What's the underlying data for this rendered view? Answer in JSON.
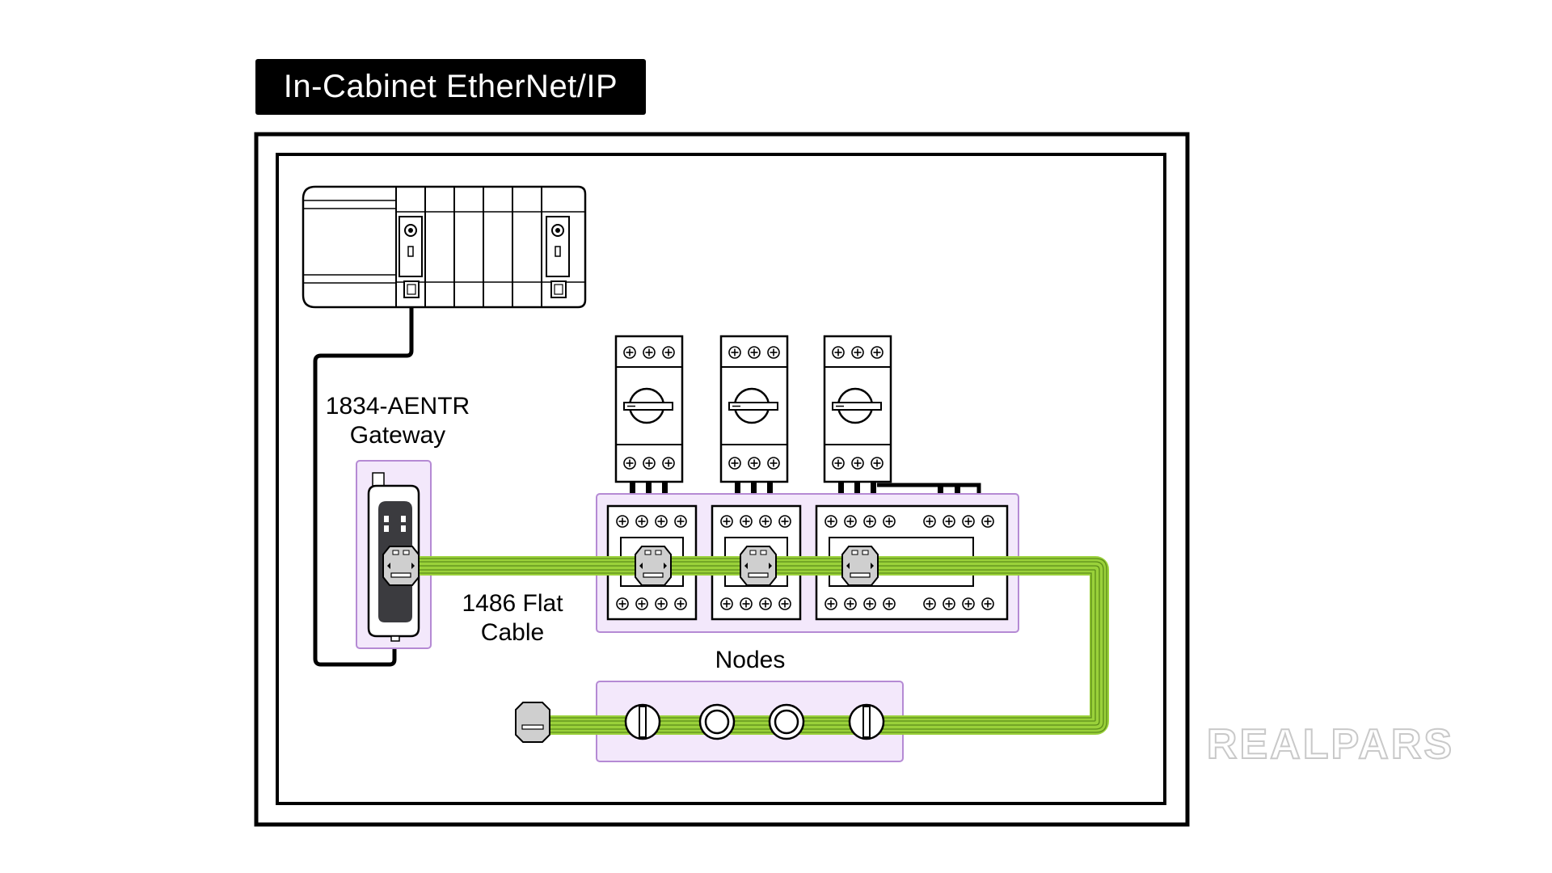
{
  "title": "In-Cabinet EtherNet/IP",
  "labels": {
    "gateway_line1": "1834-AENTR",
    "gateway_line2": "Gateway",
    "cable_line1": "1486 Flat",
    "cable_line2": "Cable",
    "nodes": "Nodes"
  },
  "watermark": "REALPARS",
  "colors": {
    "cable_green": "#9ad13a",
    "node_highlight_fill": "#f3e8fb",
    "node_highlight_stroke": "#b58ad4",
    "connector_gray": "#c9c9c9",
    "gateway_dark": "#3b3b3f",
    "watermark_gray": "#c9c9c9"
  },
  "icons": [
    "plc-rack-icon",
    "gateway-module-icon",
    "motor-starter-icon",
    "terminal-screw-icon",
    "tap-connector-icon",
    "push-button-icon",
    "terminator-icon"
  ]
}
